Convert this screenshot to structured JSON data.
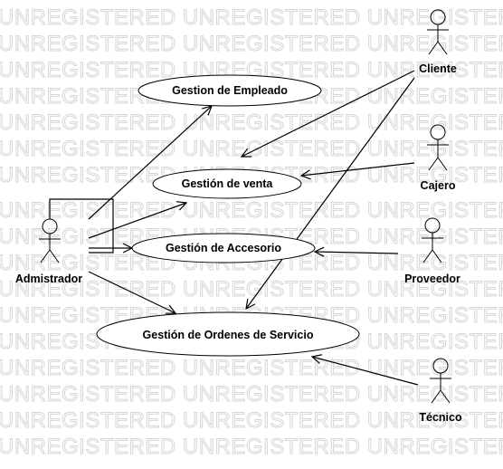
{
  "watermark": "UNREGISTERED UNREGISTERED UNREGISTER",
  "actors": {
    "cliente": "Cliente",
    "cajero": "Cajero",
    "proveedor": "Proveedor",
    "tecnico": "Técnico",
    "administrador": "Admistrador"
  },
  "use_cases": {
    "empleado": "Gestion de Empleado",
    "venta": "Gestión de venta",
    "accesorio": "Gestión de Accesorio",
    "ordenes": "Gestión de Ordenes de Servicio"
  }
}
